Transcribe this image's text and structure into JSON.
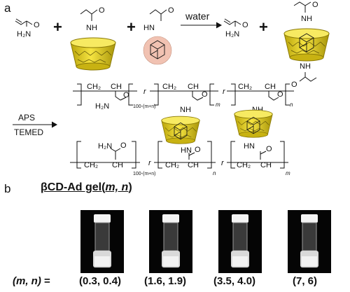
{
  "panels": {
    "a": "a",
    "b": "b"
  },
  "scheme": {
    "amine_label": "H₂N",
    "oxygen": "O",
    "nh": "NH",
    "hn": "HN",
    "plus": "+",
    "solvent": "water",
    "ch2": "CH₂",
    "ch": "CH",
    "r": "r",
    "sub_100": "100-(m+n)",
    "sub_m": "m",
    "sub_n": "n",
    "initiator": "APS",
    "accelerator": "TEMED"
  },
  "gel": {
    "title_prefix": "βCD-Ad gel(",
    "title_vars": "m, n",
    "title_suffix": ")",
    "mn_prefix_vars": "(m, n)",
    "mn_prefix_eq": " = ",
    "samples": [
      "(0.3, 0.4)",
      "(1.6, 1.9)",
      "(3.5, 4.0)",
      "(7, 6)"
    ]
  },
  "colors": {
    "cyclodextrin_fill": "#e9d21a",
    "cyclodextrin_dark": "#9c8a08",
    "adamantane_fill": "#f1c2b2",
    "photo_bg": "#050505",
    "cap": "#f4f4f4"
  }
}
